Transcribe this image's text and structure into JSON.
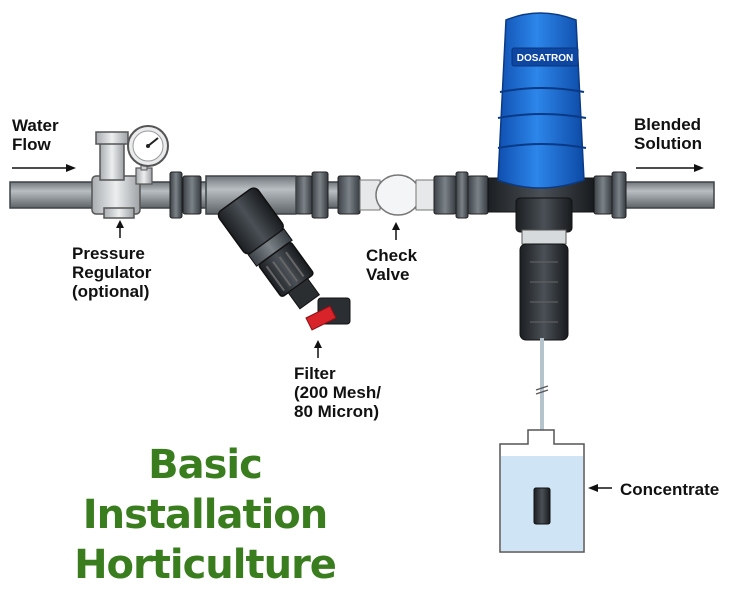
{
  "labels": {
    "water_flow": [
      "Water",
      "Flow"
    ],
    "blended_solution": [
      "Blended",
      "Solution"
    ],
    "pressure_regulator": [
      "Pressure",
      "Regulator",
      "(optional)"
    ],
    "check_valve": [
      "Check",
      "Valve"
    ],
    "filter": [
      "Filter",
      "(200 Mesh/",
      "80 Micron)"
    ],
    "concentrate": "Concentrate"
  },
  "title": [
    "Basic Installation",
    "Horticulture"
  ],
  "brand": "DOSATRON",
  "colors": {
    "title_green": "#3a7d1e",
    "dosatron_blue": "#1e6fd6",
    "pipe_gray": "#8e9499",
    "handle_red": "#d8232a",
    "liquid_blue": "#cfe4f4"
  }
}
